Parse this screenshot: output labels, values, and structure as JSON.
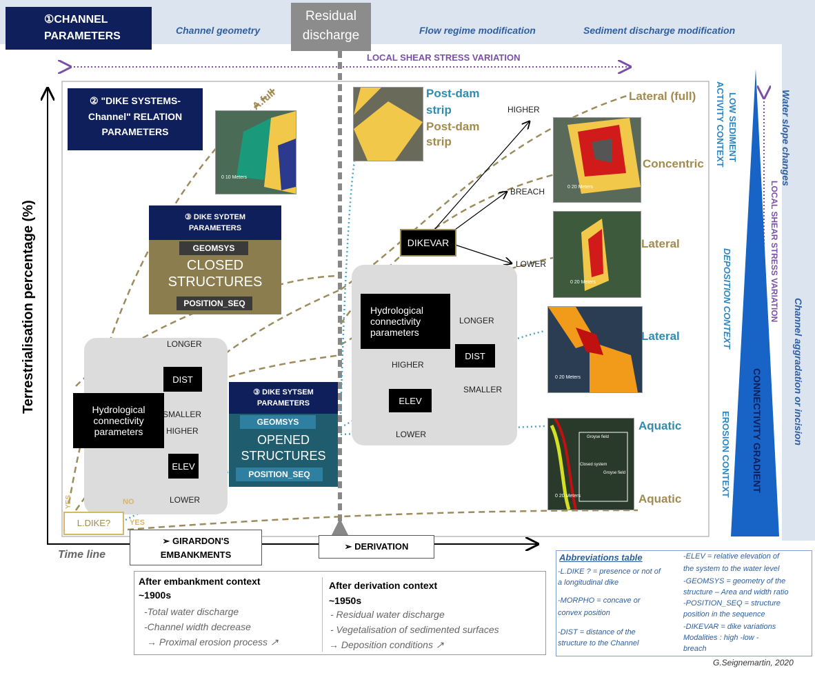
{
  "header": {
    "channel_params_num": "①",
    "channel_params_l1": "CHANNEL",
    "channel_params_l2": "PARAMETERS",
    "channel_geometry": "Channel geometry",
    "residual_l1": "Residual",
    "residual_l2": "discharge",
    "flow_regime": "Flow regime modification",
    "sediment": "Sediment discharge modification",
    "local_shear": "LOCAL SHEAR STRESS VARIATION"
  },
  "right_band": {
    "water_slope": "Water slope changes",
    "channel_aggr": "Channel aggradation or incision",
    "local_shear_v": "LOCAL SHEAR STRESS VARIATION"
  },
  "contexts": {
    "low_sediment_l1": "LOW SEDIMENT",
    "low_sediment_l2": "ACTIVITY CONTEXT",
    "deposition": "DEPOSITION CONTEXT",
    "erosion": "EROSION CONTEXT",
    "gradient": "CONNECTIVITY GRADIENT"
  },
  "axes": {
    "ylabel": "Terrestrialisation percentage (%)",
    "timeline": "Time line"
  },
  "dike_rel": {
    "l1": "② \"DIKE SYSTEMS-",
    "l2": "Channel\" RELATION",
    "l3": "PARAMETERS"
  },
  "closed": {
    "hdr1": "③ DIKE SYDTEM",
    "hdr2": "PARAMETERS",
    "geomsys": "GEOMSYS",
    "title1": "CLOSED",
    "title2": "STRUCTURES",
    "pos": "POSITION_SEQ"
  },
  "opened": {
    "hdr1": "③ DIKE SYTSEM",
    "hdr2": "PARAMETERS",
    "geomsys": "GEOMSYS",
    "title1": "OPENED",
    "title2": "STRUCTURES",
    "pos": "POSITION_SEQ"
  },
  "left_hydro": {
    "box_l1": "Hydrological",
    "box_l2": "connectivity",
    "box_l3": "parameters",
    "longer": "LONGER",
    "dist": "DIST",
    "smaller": "SMALLER",
    "higher": "HIGHER",
    "elev": "ELEV",
    "lower": "LOWER"
  },
  "right_hydro": {
    "box_l1": "Hydrological",
    "box_l2": "connectivity",
    "box_l3": "parameters",
    "longer": "LONGER",
    "dist": "DIST",
    "smaller": "SMALLER",
    "higher": "HIGHER",
    "elev": "ELEV",
    "lower": "LOWER"
  },
  "dikevar": {
    "label": "DIKEVAR",
    "higher": "HIGHER",
    "breach": "BREACH",
    "lower": "LOWER"
  },
  "curve_labels": {
    "afull": "A.full",
    "lateral_full": "Lateral (full)",
    "concentric": "Concentric",
    "lateral1": "Lateral",
    "lateral2": "Lateral",
    "aquatic1": "Aquatic",
    "aquatic2": "Aquatic",
    "postdam_teal_l1": "Post-dam",
    "postdam_teal_l2": "strip",
    "postdam_gold_l1": "Post-dam",
    "postdam_gold_l2": "strip"
  },
  "ldike": {
    "label": "L.DIKE?",
    "yes1": "YES",
    "no": "NO",
    "yes2": "YES"
  },
  "timeline_boxes": {
    "girardon_l1": "➢  GIRARDON'S",
    "girardon_l2": "EMBANKMENTS",
    "derivation": "➢  DERIVATION"
  },
  "photo_scales": {
    "p1": "0      10 Meters",
    "p3": "0   20 Meters",
    "p4": "0   20 Meters",
    "p5": "0   20 Meters",
    "p6": "0  20 Meters",
    "groyne1": "Groyse field",
    "closed_sys": "Closed system",
    "groyne2": "Groyse field"
  },
  "context_box": {
    "left_title": "After embankment context",
    "left_date": "~1900s",
    "left_i1": "-Total water discharge",
    "left_i2": "-Channel  width decrease",
    "left_i3": "→ Proximal erosion process ↗",
    "right_title": "After derivation context",
    "right_date": "~1950s",
    "right_i1": "-    Residual water discharge",
    "right_i2": "-    Vegetalisation of sedimented  surfaces",
    "right_i3": "→ Deposition conditions ↗"
  },
  "abbrev": {
    "title": "Abbreviations table",
    "c1_1": "-L.DIKE ? = presence or not of",
    "c1_2": "a longitudinal dike",
    "c1_3": "-MORPHO = concave or",
    "c1_4": "convex position",
    "c1_5": "-DIST = distance of the",
    "c1_6": "structure to the Channel",
    "c2_1": "-ELEV = relative elevation of",
    "c2_2": "the system to the water level",
    "c2_3": "-GEOMSYS = geometry of the",
    "c2_4": "structure – Area and width ratio",
    "c2_5": "-POSITION_SEQ = structure",
    "c2_6": "position in the sequence",
    "c2_7": "-DIKEVAR  = dike variations",
    "c2_8": "Modalities  : high -low -",
    "c2_9": "breach"
  },
  "credit": "G.Seignemartin, 2020",
  "colors": {
    "navy": "#0f1f5c",
    "gold_curve": "#9c8c5c",
    "teal_curve": "#4ba3c3",
    "band": "#dbe4ef",
    "gradient": "#1763c6",
    "purple": "#7b4fa8"
  }
}
